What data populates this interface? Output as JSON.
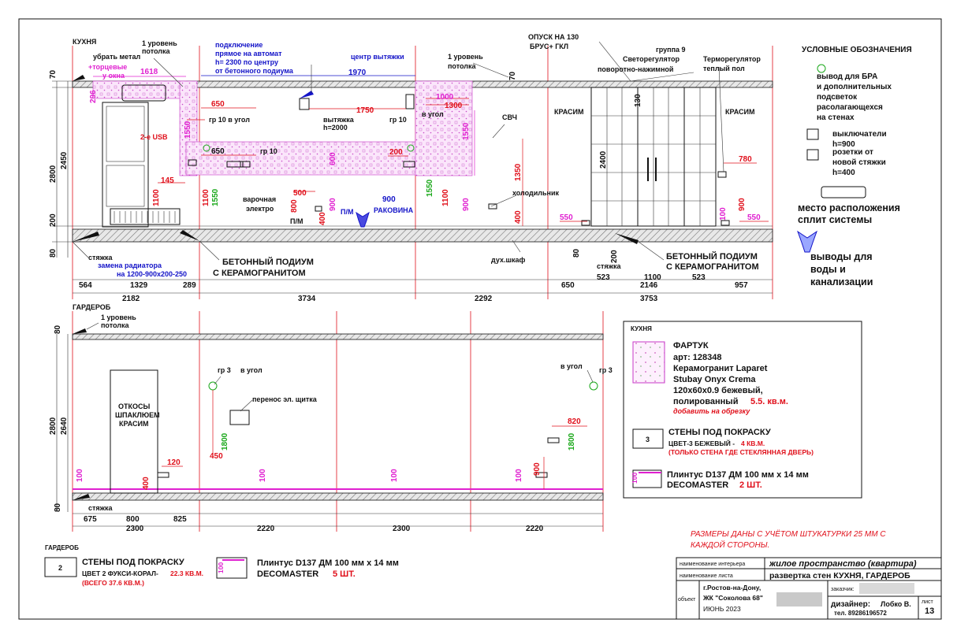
{
  "top_labels": {
    "kitchen": "КУХНЯ",
    "level1_a": "1 уровень",
    "level1_b": "потолка",
    "remove_metal": "убрать метал",
    "ends_a": "+торцевые",
    "ends_b": "у окна",
    "conn_a": "подключение",
    "conn_b": "прямое на автомат",
    "conn_c": "h= 2300 по центру",
    "conn_d": "от бетонного  подиума",
    "hood_center": "центр вытяжки",
    "level1_c": "1 уровень",
    "level1_d": "потолка",
    "drop_a": "ОПУСК НА 130",
    "drop_b": "БРУС+ ГКЛ",
    "group9": "группа 9",
    "dimmer_a": "Светорегулятор",
    "dimmer_b": "поворотно-нажимной",
    "thermo_a": "Терморегулятор",
    "thermo_b": "теплый пол",
    "paint1": "КРАСИМ",
    "paint2": "КРАСИМ",
    "usb": "2-е USB",
    "gr10_corner": "гр 10 в угол",
    "gr10": "гр 10",
    "hood_a": "вытяжка",
    "hood_b": "h=2000",
    "gr10_b": "гр 10",
    "in_corner": "в угол",
    "mw": "СВЧ",
    "fridge": "холодильник",
    "hob_a": "варочная",
    "hob_b": "электро",
    "pm1": "П/М",
    "pm2": "П/М",
    "sink": "РАКОВИНА",
    "screed1": "стяжка",
    "radiator_a": "замена радиатора",
    "radiator_b": "на 1200-900х200-250",
    "podium_a": "БЕТОННЫЙ ПОДИУМ",
    "podium_b": "С КЕРАМОГРАНИТОМ",
    "oven": "дух.шкаф",
    "screed2": "стяжка",
    "podium_c": "БЕТОННЫЙ ПОДИУМ",
    "podium_d": "С КЕРАМОГРАНИТОМ"
  },
  "top_dims": {
    "h70a": "70",
    "h2800": "2800",
    "h2450": "2450",
    "h200": "200",
    "h80": "80",
    "d1618": "1618",
    "d296": "296",
    "d650": "650",
    "d1550a": "1550",
    "d650b": "650",
    "d145": "145",
    "d1100a": "1100",
    "d1100b": "1100",
    "d1550g": "1550",
    "d1970": "1970",
    "d1750": "1750",
    "d1000": "1000",
    "d1300": "1300",
    "d600": "600",
    "d200": "200",
    "d500": "500",
    "d800": "800",
    "d400a": "400",
    "d900a": "900",
    "d900b": "900",
    "d1550g2": "1550",
    "d1100c": "1100",
    "d900c": "900",
    "d1550b": "1550",
    "d1350": "1350",
    "d400b": "400",
    "d550a": "550",
    "d130": "130",
    "d2400": "2400",
    "d780": "780",
    "d100": "100",
    "d900d": "900",
    "d550b": "550",
    "h70b": "70",
    "h80b": "80",
    "h200b": "200"
  },
  "top_bottom_dims": {
    "r1": [
      "564",
      "1329",
      "289"
    ],
    "r2": [
      "2182",
      "3734",
      "2292"
    ],
    "r3": [
      "650",
      "523",
      "1100",
      "523",
      "957"
    ],
    "r4": [
      "2146",
      "3753"
    ]
  },
  "legend": {
    "title": "УСЛОВНЫЕ ОБОЗНАЧЕНИЯ",
    "bra_a": "вывод для БРА",
    "bra_b": "и дополнительных",
    "bra_c": "подсветок",
    "bra_d": "расолагающехся",
    "bra_e": "на стенах",
    "sw_a": "выключатели",
    "sw_b": "h=900",
    "so_a": "розетки от",
    "so_b": "новой стяжки",
    "so_c": "h=400",
    "split_a": "место расположения",
    "split_b": "сплит системы",
    "water_a": "выводы для",
    "water_b": "воды и",
    "water_c": "канализации"
  },
  "bottom_labels": {
    "wardrobe": "ГАРДЕРОБ",
    "level1_a": "1 уровень",
    "level1_b": "потолка",
    "slopes_a": "ОТКОСЫ",
    "slopes_b": "ШПАКЛЮЕМ",
    "slopes_c": "КРАСИМ",
    "gr3_a": "гр 3",
    "in_corner_a": "в угол",
    "panel": "перенос эл. щитка",
    "in_corner_b": "в угол",
    "gr3_b": "гр 3",
    "screed": "стяжка"
  },
  "bottom_dims": {
    "h80a": "80",
    "h2800": "2800",
    "h2640": "2640",
    "h80b": "80",
    "d100a": "100",
    "d400": "400",
    "d120": "120",
    "d450": "450",
    "d1800a": "1800",
    "d100b": "100",
    "d100c": "100",
    "d100d": "100",
    "d900": "900",
    "d1800b": "1800",
    "d820": "820",
    "r1": [
      "675",
      "800",
      "825"
    ],
    "r2": [
      "2300",
      "2220",
      "2300",
      "2220"
    ]
  },
  "info_box": {
    "kitchen": "КУХНЯ",
    "apron": "ФАРТУК",
    "art": "арт:  128348",
    "l1": "Керамогранит Laparet",
    "l2": "Stubay Onyx Crema",
    "l3": "120х60х0.9 бежевый,",
    "l4": "полированный",
    "area": "5.5. кв.м.",
    "cut": "добавить на обрезку",
    "walls_num": "3",
    "walls_title": "СТЕНЫ ПОД ПОКРАСКУ",
    "walls_color": "ЦВЕТ-3 БЕЖЕВЫЙ -",
    "walls_area": "4 КВ.М.",
    "walls_note": "(ТОЛЬКО СТЕНА ГДЕ СТЕКЛЯННАЯ ДВЕРЬ)",
    "plinth_dim": "100",
    "plinth_a": "Плинтус D137 ДМ 100 мм х 14 мм",
    "plinth_b": "DECOMASTER",
    "plinth_qty": "2 ШТ."
  },
  "note": {
    "l1": "РАЗМЕРЫ ДАНЫ С УЧЁТОМ ШТУКАТУРКИ 25 ММ С",
    "l2": "КАЖДОЙ СТОРОНЫ."
  },
  "wardrobe_box": {
    "title": "ГАРДЕРОБ",
    "num": "2",
    "walls_title": "СТЕНЫ ПОД ПОКРАСКУ",
    "color": "ЦВЕТ 2 ФУКСИ-КОРАЛ-",
    "area": "22.3 КВ.М.",
    "total": "(ВСЕГО 37.6 КВ.М.)",
    "plinth_dim": "100",
    "plinth_a": "Плинтус D137 ДМ 100 мм х 14 мм",
    "plinth_b": "DECOMASTER",
    "plinth_qty": "5 ШТ."
  },
  "title_block": {
    "interior_label": "наименование интерьера",
    "interior_value": "жилое пространство (квартира)",
    "sheet_label": "наименование листа",
    "sheet_value": "развертка стен КУХНЯ, ГАРДЕРОБ",
    "object_label": "объект",
    "obj1": "г.Ростов-на-Дону,",
    "obj2": "ЖК \"Соколова 68\"",
    "obj3": "ИЮНЬ 2023",
    "client_label": "заказчик:",
    "designer_label": "дизайнер:",
    "designer_name": "Лобко В.",
    "phone": "тел. 89286196572",
    "list_label": "лист",
    "list_num": "13"
  }
}
